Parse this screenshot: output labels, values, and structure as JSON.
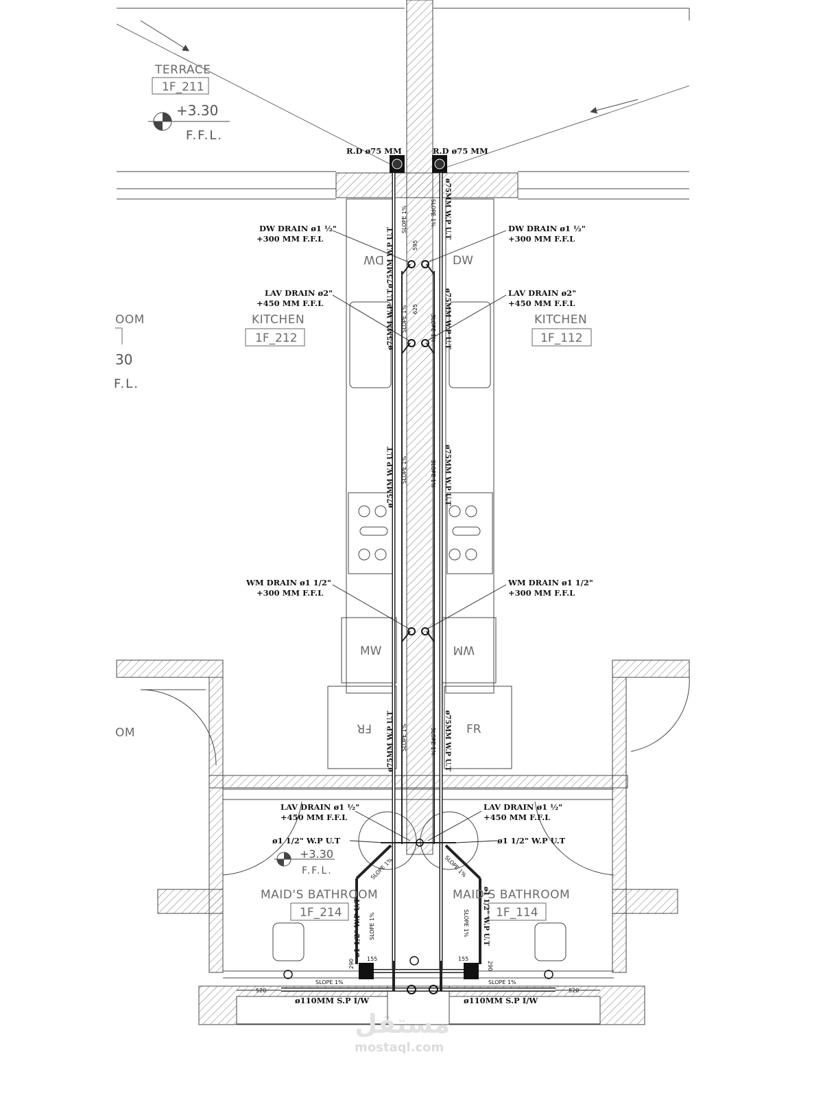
{
  "rooms": {
    "terrace": {
      "name": "TERRACE",
      "code": "1F_211",
      "level": "+3.30",
      "ffl": "F.F.L."
    },
    "kitchen_left": {
      "name": "KITCHEN",
      "code": "1F_212"
    },
    "kitchen_right": {
      "name": "KITCHEN",
      "code": "1F_112"
    },
    "maid_left": {
      "name": "MAID'S BATHROOM",
      "code": "1F_214",
      "level": "+3.30",
      "ffl": "F.F.L."
    },
    "maid_right": {
      "name": "MAID'S BATHROOM",
      "code": "1F_114"
    },
    "cut_left": {
      "room": "OOM",
      "level": "30",
      "ffl": "F.L.",
      "room2": "OM"
    }
  },
  "labels": {
    "rd_left": "R.D ø75 MM",
    "rd_right": "R.D ø75 MM",
    "dw_drain_left": [
      "DW DRAIN ø1 ½\"",
      "+300 MM F.F.L"
    ],
    "dw_drain_right": [
      "DW DRAIN ø1 ½\"",
      "+300 MM F.F.L"
    ],
    "lav_drain_left": [
      "LAV DRAIN ø2\"",
      "+450 MM F.F.L"
    ],
    "lav_drain_right": [
      "LAV DRAIN ø2\"",
      "+450 MM F.F.L"
    ],
    "wm_drain_left": [
      "WM DRAIN ø1 1/2\"",
      "+300 MM F.F.L"
    ],
    "wm_drain_right": [
      "WM DRAIN ø1 1/2\"",
      "+300 MM F.F.L"
    ],
    "lav_drain_bath_left": [
      "LAV DRAIN ø1 ½\"",
      "+450 MM F.F.L"
    ],
    "lav_drain_bath_right": [
      "LAV DRAIN ø1 ½\"",
      "+450 MM F.F.L"
    ],
    "wp_bath_left": "ø1 1/2\" W.P U.T",
    "wp_bath_right": "ø1 1/2\" W.P U.T",
    "sp_left": "ø110MM S.P I/W",
    "sp_right": "ø110MM S.P I/W",
    "pipe_v": "ø75MM W.P U.T",
    "pipe_v_small": "ø1 1/2\" W.P U.T",
    "slope": "SLOPE 1%",
    "dims": {
      "d520": "520",
      "d155": "155",
      "d290": "290",
      "d595": "595",
      "d625": "625"
    }
  },
  "appliances": {
    "dw": "DW",
    "mw": "MW",
    "wm": "WM",
    "fr": "FR"
  },
  "watermark": {
    "arabic": "مستقل",
    "latin": "mostaql.com"
  }
}
